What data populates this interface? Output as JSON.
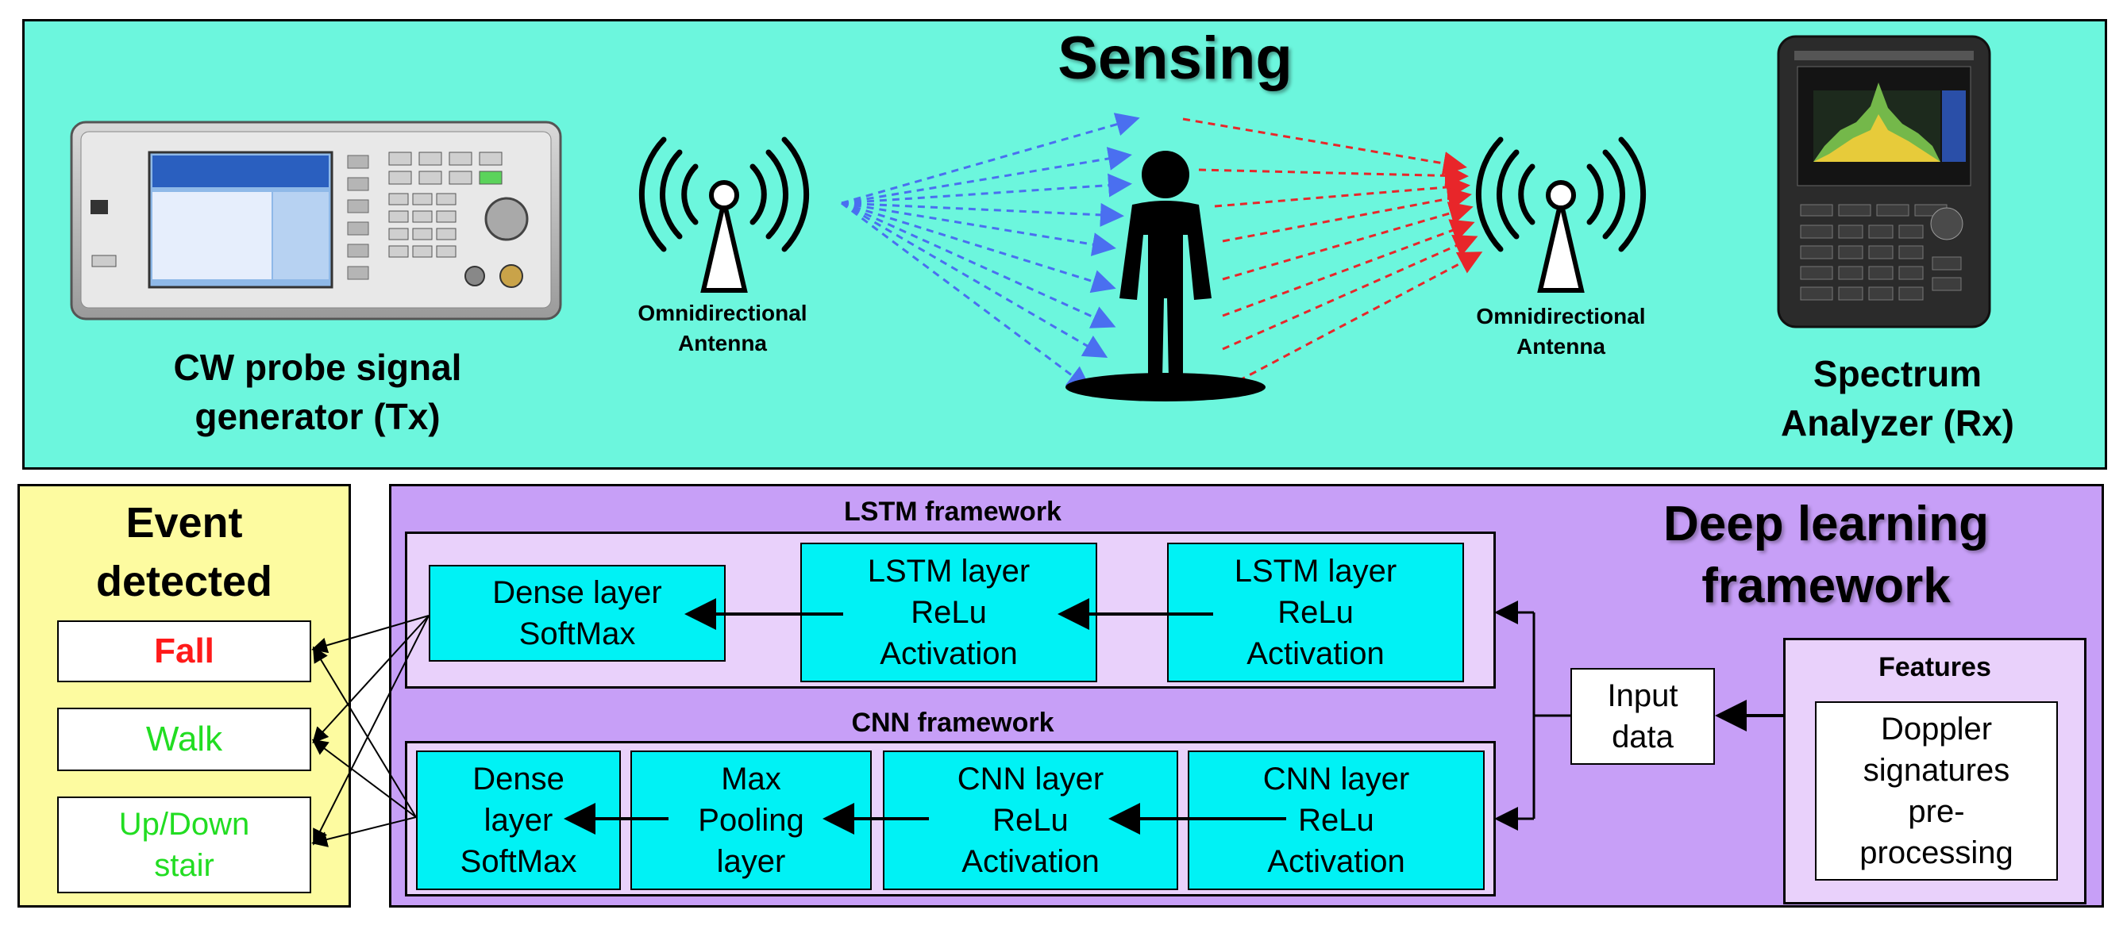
{
  "sensing": {
    "title": "Sensing",
    "tx_label": "CW probe signal\ngenerator (Tx)",
    "rx_label": "Spectrum\nAnalyzer (Rx)",
    "tx_antenna_label": "Omnidirectional\nAntenna",
    "rx_antenna_label": "Omnidirectional\nAntenna",
    "colors": {
      "panel": "#6cf6dd",
      "tx_rays": "#4a6ff0",
      "rx_rays": "#e8262a"
    }
  },
  "event": {
    "title": "Event\ndetected",
    "fall": "Fall",
    "walk": "Walk",
    "stair": "Up/Down\nstair",
    "colors": {
      "fall": "#ff1a1a",
      "walk": "#22dd22",
      "stair": "#22dd22",
      "panel": "#fdfba0"
    }
  },
  "dl": {
    "title": "Deep learning\nframework",
    "lstm": {
      "label": "LSTM framework",
      "dense": "Dense layer\nSoftMax",
      "layer2": "LSTM layer\nReLu\nActivation",
      "layer1": "LSTM layer\nReLu\nActivation"
    },
    "cnn": {
      "label": "CNN framework",
      "dense": "Dense\nlayer\nSoftMax",
      "pool": "Max\nPooling\nlayer",
      "layer2": "CNN layer\nReLu\nActivation",
      "layer1": "CNN layer\nReLu\nActivation"
    },
    "input": "Input\ndata",
    "features": {
      "label": "Features",
      "box": "Doppler\nsignatures\npre-\nprocessing"
    },
    "colors": {
      "panel": "#c79ff7",
      "frame": "#e9d1fb",
      "layer": "#00f2f5"
    }
  }
}
